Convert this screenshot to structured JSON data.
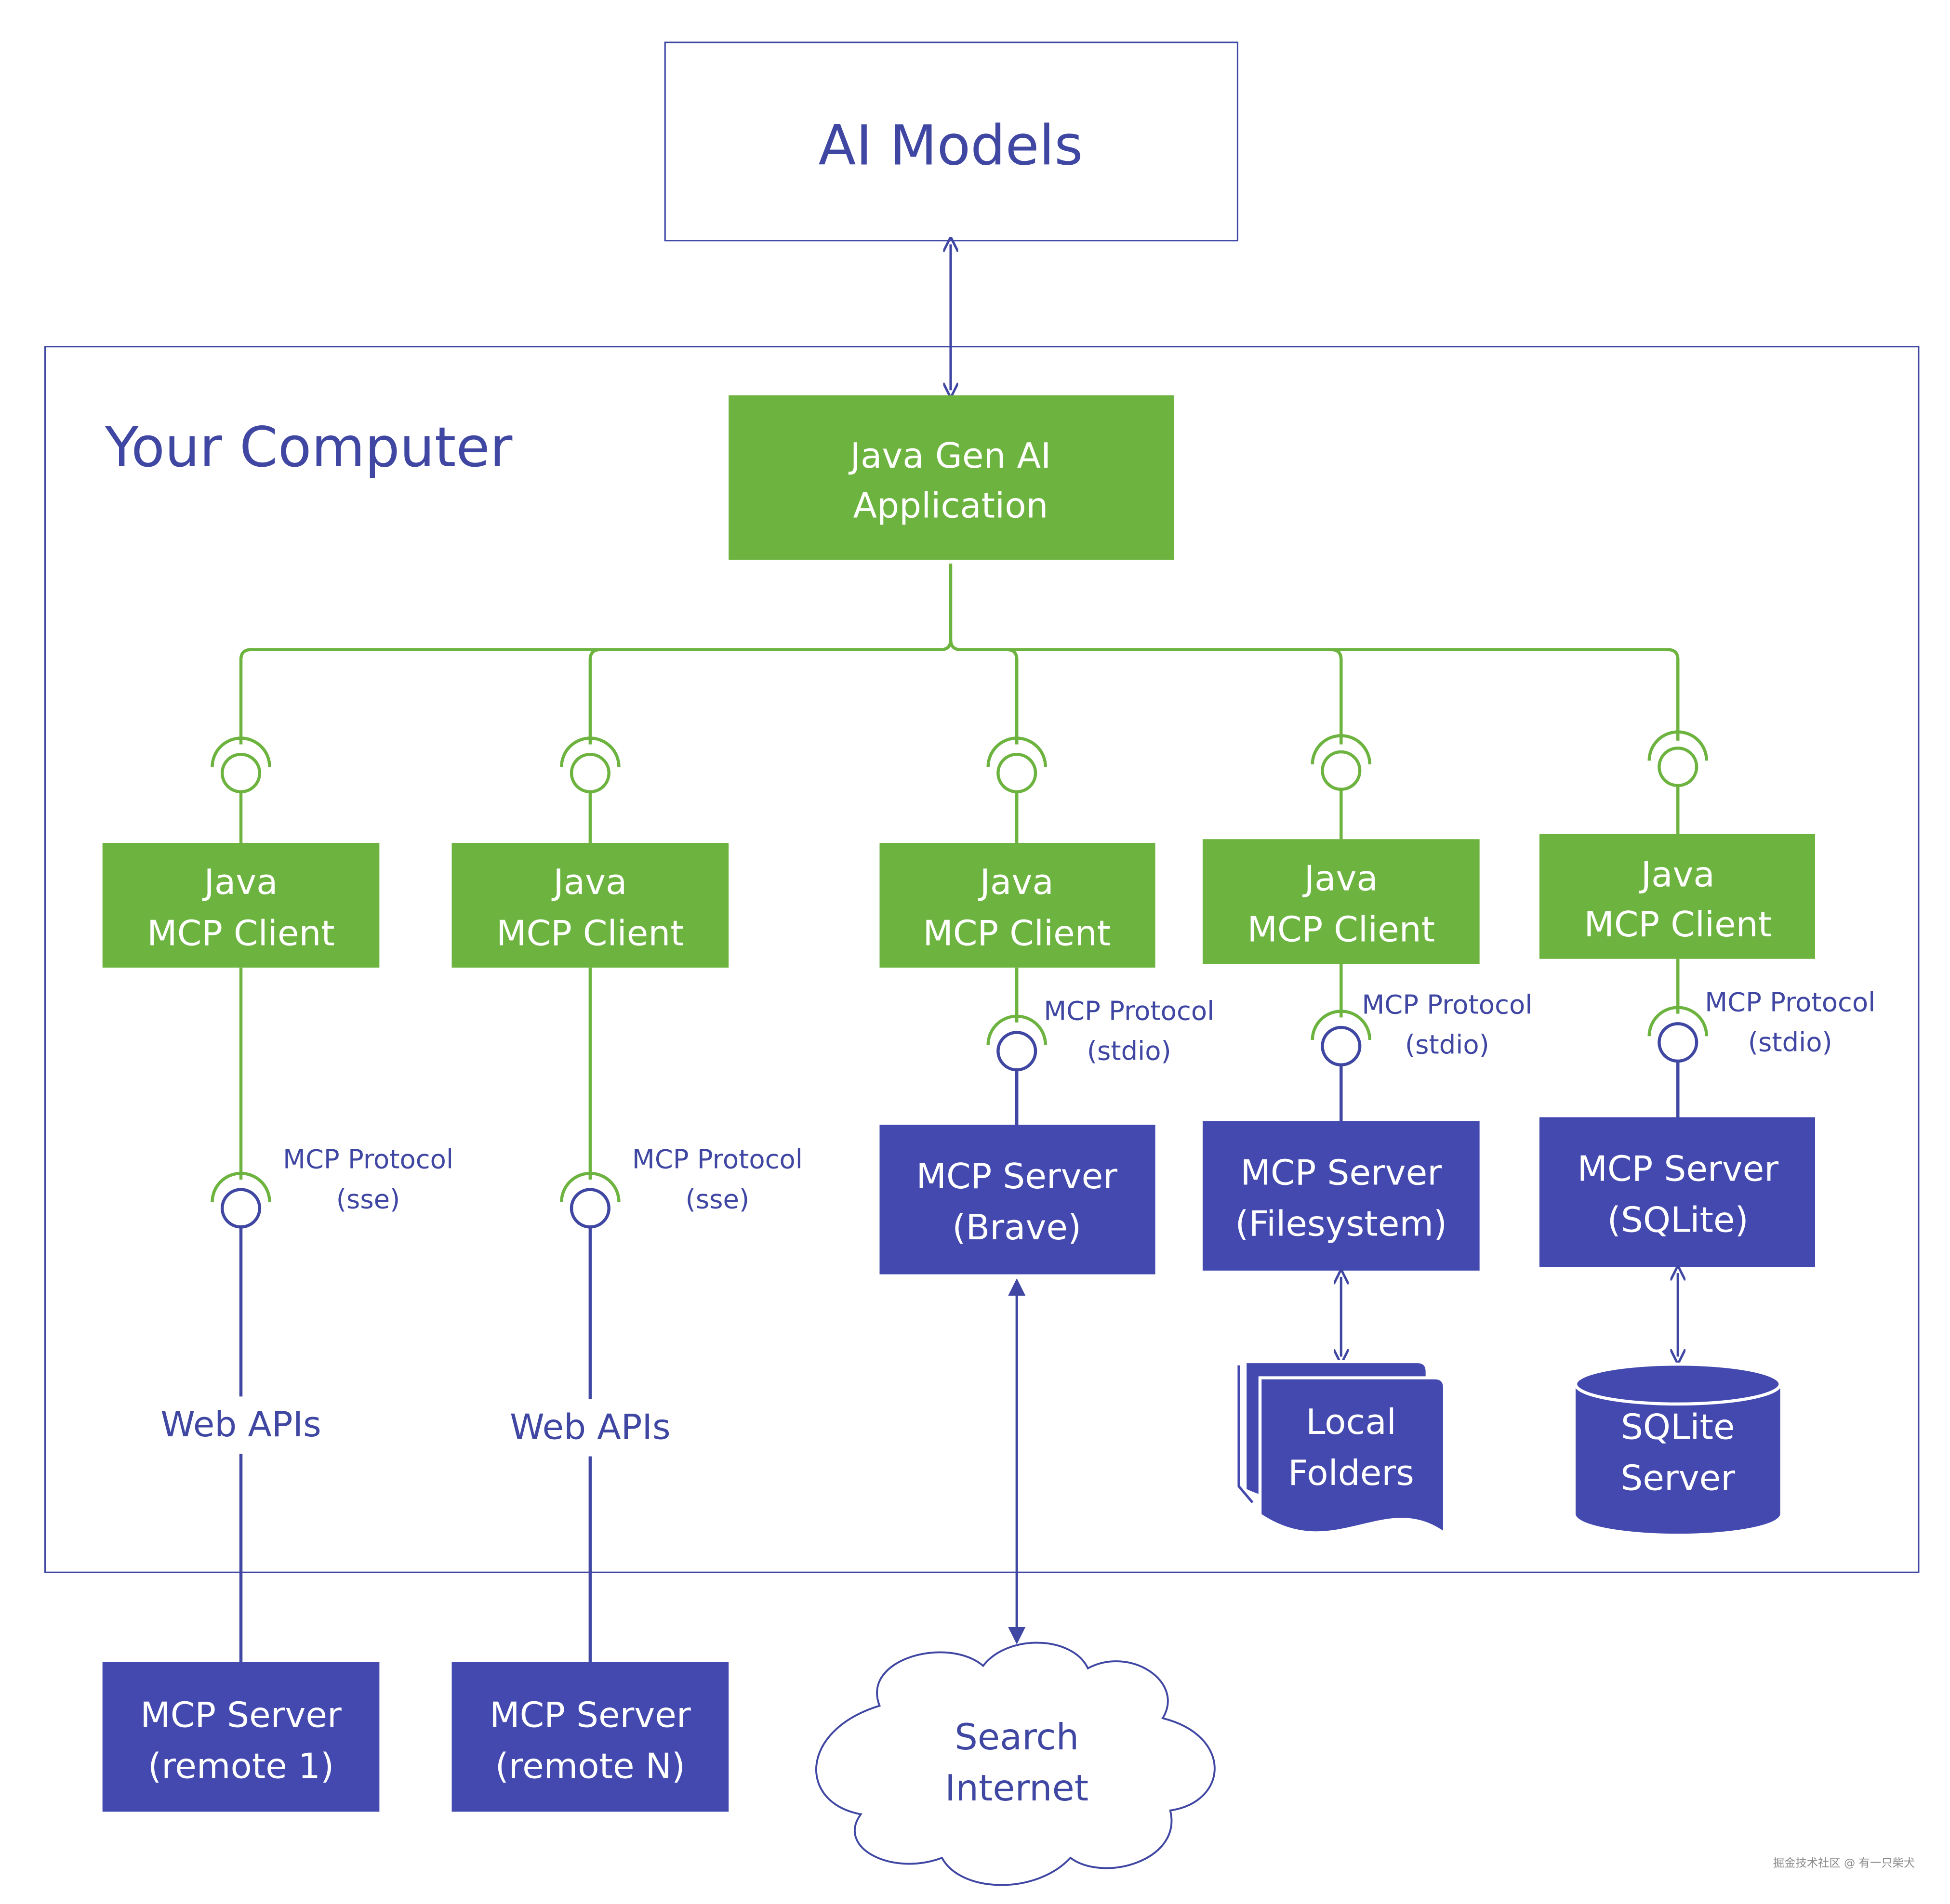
{
  "ai_models": {
    "label": "AI Models"
  },
  "computer": {
    "label": "Your Computer"
  },
  "app": {
    "line1": "Java Gen AI",
    "line2": "Application"
  },
  "clients": [
    {
      "line1": "Java",
      "line2": "MCP Client"
    },
    {
      "line1": "Java",
      "line2": "MCP Client"
    },
    {
      "line1": "Java",
      "line2": "MCP Client"
    },
    {
      "line1": "Java",
      "line2": "MCP Client"
    },
    {
      "line1": "Java",
      "line2": "MCP Client"
    }
  ],
  "protocols": [
    {
      "line1": "MCP Protocol",
      "line2": "(sse)"
    },
    {
      "line1": "MCP Protocol",
      "line2": "(sse)"
    },
    {
      "line1": "MCP Protocol",
      "line2": "(stdio)"
    },
    {
      "line1": "MCP Protocol",
      "line2": "(stdio)"
    },
    {
      "line1": "MCP Protocol",
      "line2": "(stdio)"
    }
  ],
  "web_apis": [
    "Web APIs",
    "Web APIs"
  ],
  "local_servers": [
    {
      "line1": "MCP Server",
      "line2": "(Brave)"
    },
    {
      "line1": "MCP Server",
      "line2": "(Filesystem)"
    },
    {
      "line1": "MCP Server",
      "line2": "(SQLite)"
    }
  ],
  "remote_servers": [
    {
      "line1": "MCP Server",
      "line2": "(remote 1)"
    },
    {
      "line1": "MCP Server",
      "line2": "(remote N)"
    }
  ],
  "local_folders": {
    "line1": "Local",
    "line2": "Folders"
  },
  "sqlite_db": {
    "line1": "SQLite",
    "line2": "Server"
  },
  "internet": {
    "line1": "Search",
    "line2": "Internet"
  },
  "watermark": "掘金技术社区 @ 有一只柴犬",
  "colors": {
    "green": "#6db33f",
    "blue": "#4349ae",
    "text_blue": "#3f47a3",
    "border": "#3f47a3",
    "white": "#ffffff"
  }
}
